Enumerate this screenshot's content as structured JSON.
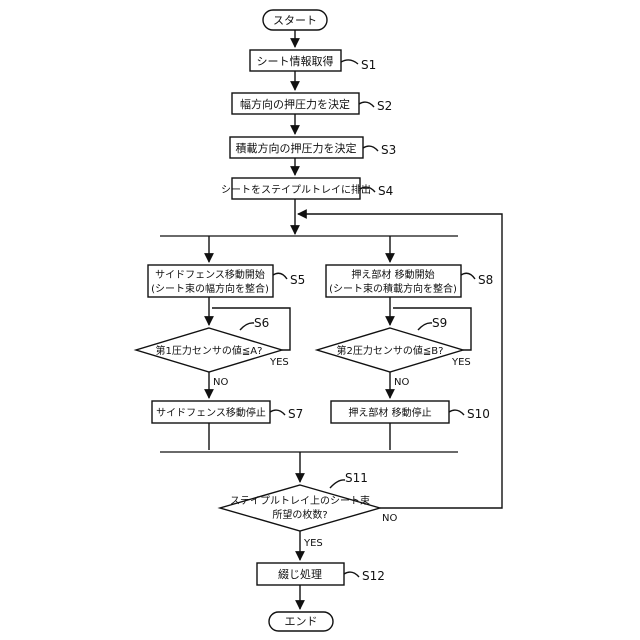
{
  "start": "スタート",
  "end": "エンド",
  "steps": {
    "s1": {
      "text": "シート情報取得",
      "id": "S1"
    },
    "s2": {
      "text": "幅方向の押圧力を決定",
      "id": "S2"
    },
    "s3": {
      "text": "積載方向の押圧力を決定",
      "id": "S3"
    },
    "s4": {
      "text": "シートをステイプルトレイに排出",
      "id": "S4"
    },
    "s5": {
      "line1": "サイドフェンス移動開始",
      "line2": "(シート束の幅方向を整合)",
      "id": "S5"
    },
    "s6": {
      "text": "第1圧力センサの値≦A?",
      "id": "S6"
    },
    "s7": {
      "text": "サイドフェンス移動停止",
      "id": "S7"
    },
    "s8": {
      "line1": "押え部材 移動開始",
      "line2": "(シート束の積載方向を整合)",
      "id": "S8"
    },
    "s9": {
      "text": "第2圧力センサの値≦B?",
      "id": "S9"
    },
    "s10": {
      "text": "押え部材 移動停止",
      "id": "S10"
    },
    "s11": {
      "line1": "ステイプルトレイ上のシート束",
      "line2": "所望の枚数?",
      "id": "S11"
    },
    "s12": {
      "text": "綴じ処理",
      "id": "S12"
    }
  },
  "labels": {
    "yes": "YES",
    "no": "NO"
  }
}
